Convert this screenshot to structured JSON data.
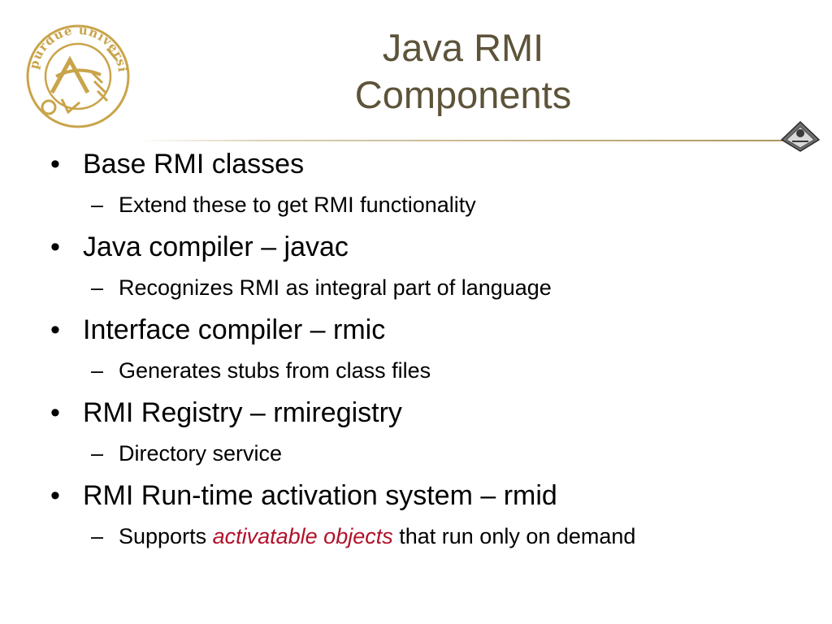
{
  "title": {
    "line1": "Java RMI",
    "line2": "Components"
  },
  "logo": {
    "seal_text": "purdue university",
    "icon": "purdue-seal-icon",
    "badge_icon": "purdue-badge-icon"
  },
  "colors": {
    "title": "#5c5339",
    "seal": "#c9a44a",
    "emphasis": "#b2122a",
    "rule": "#b9a978"
  },
  "bullets": [
    {
      "text": "Base RMI classes",
      "sub": "Extend these to get RMI functionality"
    },
    {
      "text": "Java compiler – javac",
      "sub": "Recognizes RMI as integral part of language"
    },
    {
      "text": "Interface compiler – rmic",
      "sub": "Generates stubs from class files"
    },
    {
      "text": "RMI Registry – rmiregistry",
      "sub": "Directory service"
    },
    {
      "text": "RMI Run-time activation system – rmid",
      "sub_pre": "Supports",
      "sub_emph": "activatable objects",
      "sub_post": "that run only on demand"
    }
  ]
}
